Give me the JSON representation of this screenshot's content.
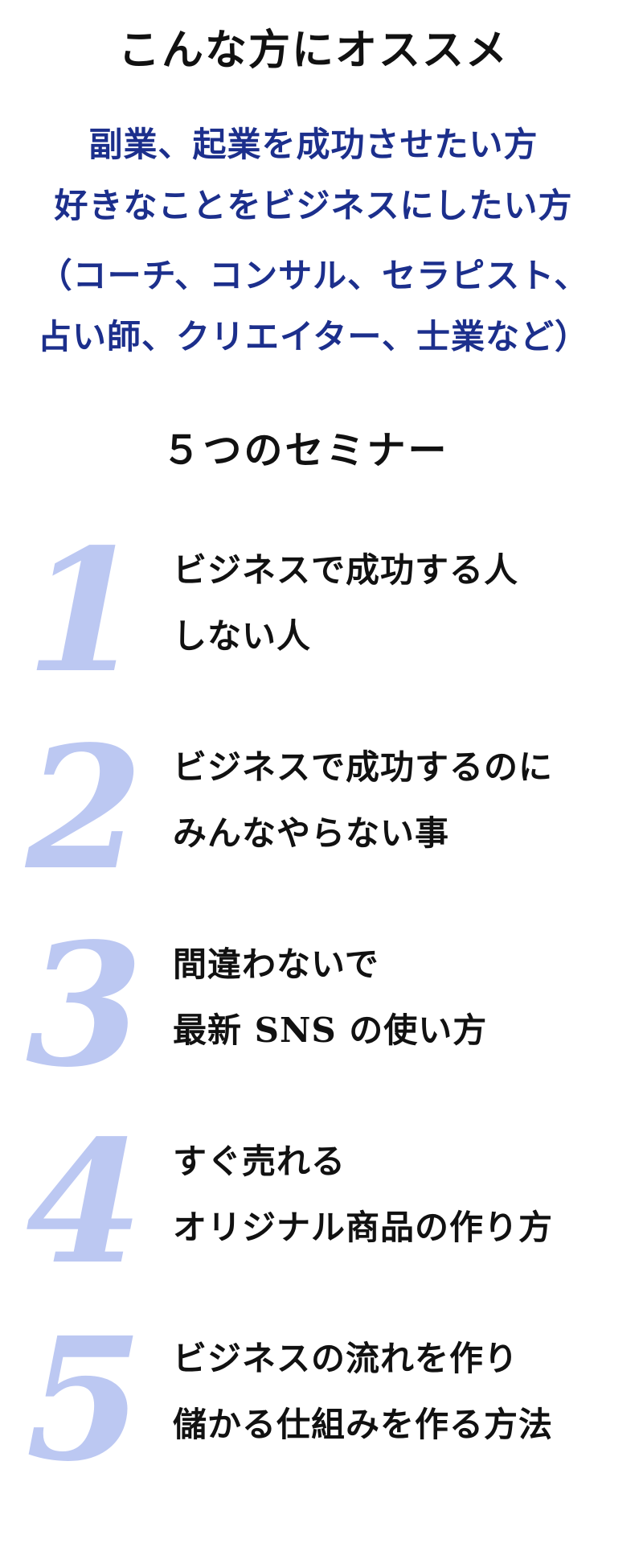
{
  "header": {
    "title": "こんな方にオススメ"
  },
  "target": {
    "lines": [
      "副業、起業を成功させたい方",
      "好きなことをビジネスにしたい方"
    ],
    "examples": [
      "（コーチ、コンサル、セラピスト、",
      "占い師、クリエイター、士業など）"
    ]
  },
  "seminars": {
    "title": "５つのセミナー",
    "items": [
      {
        "number": "1",
        "lines": [
          "ビジネスで成功する人",
          "しない人"
        ]
      },
      {
        "number": "2",
        "lines": [
          "ビジネスで成功するのに",
          "みんなやらない事"
        ]
      },
      {
        "number": "3",
        "lines": [
          "間違わないで",
          "最新 SNS の使い方"
        ]
      },
      {
        "number": "4",
        "lines": [
          "すぐ売れる",
          "オリジナル商品の作り方"
        ]
      },
      {
        "number": "5",
        "lines": [
          "ビジネスの流れを作り",
          "儲かる仕組みを作る方法"
        ]
      }
    ]
  },
  "colors": {
    "accent_blue": "#1c2f8c",
    "number_lavender": "#bcc8f2",
    "text": "#111111",
    "background": "#ffffff"
  }
}
